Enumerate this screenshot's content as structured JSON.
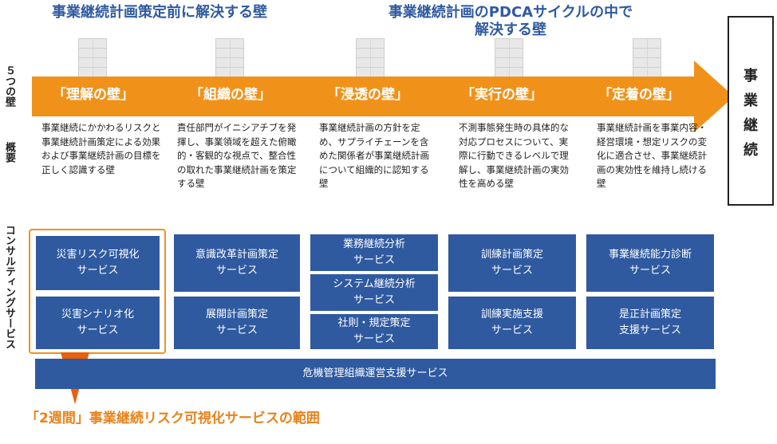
{
  "headers": {
    "left": "事業継続計画策定前に解決する壁",
    "right_line1": "事業継続計画のPDCAサイクルの中で",
    "right_line2": "解決する壁"
  },
  "row_labels": {
    "walls": "５つの壁",
    "summary": "概要",
    "consulting": "コンサルティングサービス"
  },
  "walls": [
    {
      "title": "「理解の壁」",
      "desc": "事業継続にかかわるリスクと事業継続計画策定による効果および事業継続計画の目標を正しく認識する壁"
    },
    {
      "title": "「組織の壁」",
      "desc": "責任部門がイニシアチブを発揮し、事業領域を超えた俯瞰的・客観的な視点で、整合性の取れた事業継続計画を策定する壁"
    },
    {
      "title": "「浸透の壁」",
      "desc": "事業継続計画の方針を定め、サプライチェーンを含めた関係者が事業継続計画について組織的に認知する壁"
    },
    {
      "title": "「実行の壁」",
      "desc": "不測事態発生時の具体的な対応プロセスについて、実際に行動できるレベルで理解し、事業継続計画の実効性を高める壁"
    },
    {
      "title": "「定着の壁」",
      "desc": "事業継続計画を事業内容・経営環境・想定リスクの変化に適合させ、事業継続計画の実効性を維持し続ける壁"
    }
  ],
  "result": {
    "label": "事業継続"
  },
  "services": {
    "col1": [
      {
        "l1": "災害リスク可視化",
        "l2": "サービス"
      },
      {
        "l1": "災害シナリオ化",
        "l2": "サービス"
      }
    ],
    "col2": [
      {
        "l1": "意識改革計画策定",
        "l2": "サービス"
      },
      {
        "l1": "展開計画策定",
        "l2": "サービス"
      }
    ],
    "col3": [
      {
        "l1": "業務継続分析",
        "l2": "サービス"
      },
      {
        "l1": "システム継続分析",
        "l2": "サービス"
      },
      {
        "l1": "社則・規定策定",
        "l2": "サービス"
      }
    ],
    "col4": [
      {
        "l1": "訓練計画策定",
        "l2": "サービス"
      },
      {
        "l1": "訓練実施支援",
        "l2": "サービス"
      }
    ],
    "col5": [
      {
        "l1": "事業継続能力診断",
        "l2": "サービス"
      },
      {
        "l1": "是正計画策定",
        "l2": "支援サービス"
      }
    ],
    "bottom": "危機管理組織運営支援サービス"
  },
  "footnote": "「2週間」事業継続リスク可視化サービスの範囲",
  "colors": {
    "header_blue": "#2f5aa0",
    "arrow_orange": "#f0921a",
    "service_blue": "#2f5aa0",
    "footnote_orange": "#e8821a"
  }
}
